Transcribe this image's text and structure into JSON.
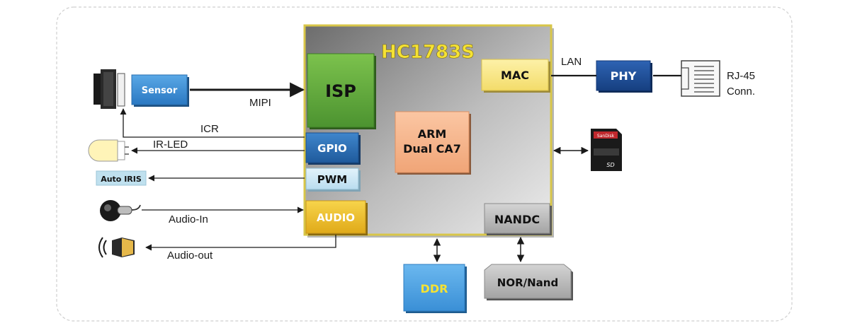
{
  "chip": {
    "name": "HC1783S",
    "core": {
      "line1": "ARM",
      "line2": "Dual CA7"
    }
  },
  "blocks": {
    "isp": "ISP",
    "gpio": "GPIO",
    "pwm": "PWM",
    "audio": "AUDIO",
    "mac": "MAC",
    "nandc": "NANDC",
    "phy": "PHY",
    "ddr": "DDR",
    "nor_nand": "NOR/Nand"
  },
  "peripherals": {
    "sensor": "Sensor",
    "auto_iris": "Auto IRIS",
    "rj45_line1": "RJ-45",
    "rj45_line2": "Conn."
  },
  "signals": {
    "mipi": "MIPI",
    "icr": "ICR",
    "ir_led": "IR-LED",
    "audio_in": "Audio-In",
    "audio_out": "Audio-out",
    "lan": "LAN"
  },
  "colors": {
    "isp": "#5aa63a",
    "gpio": "#2b6cb3",
    "pwm": "#cfe8f5",
    "audio": "#f2c12e",
    "mac": "#fbe98a",
    "nandc": "#b5b5b5",
    "core": "#f7b48c",
    "phy": "#1f4f9c",
    "ddr": "#4a9fe0",
    "chip_title": "#f5e234"
  }
}
